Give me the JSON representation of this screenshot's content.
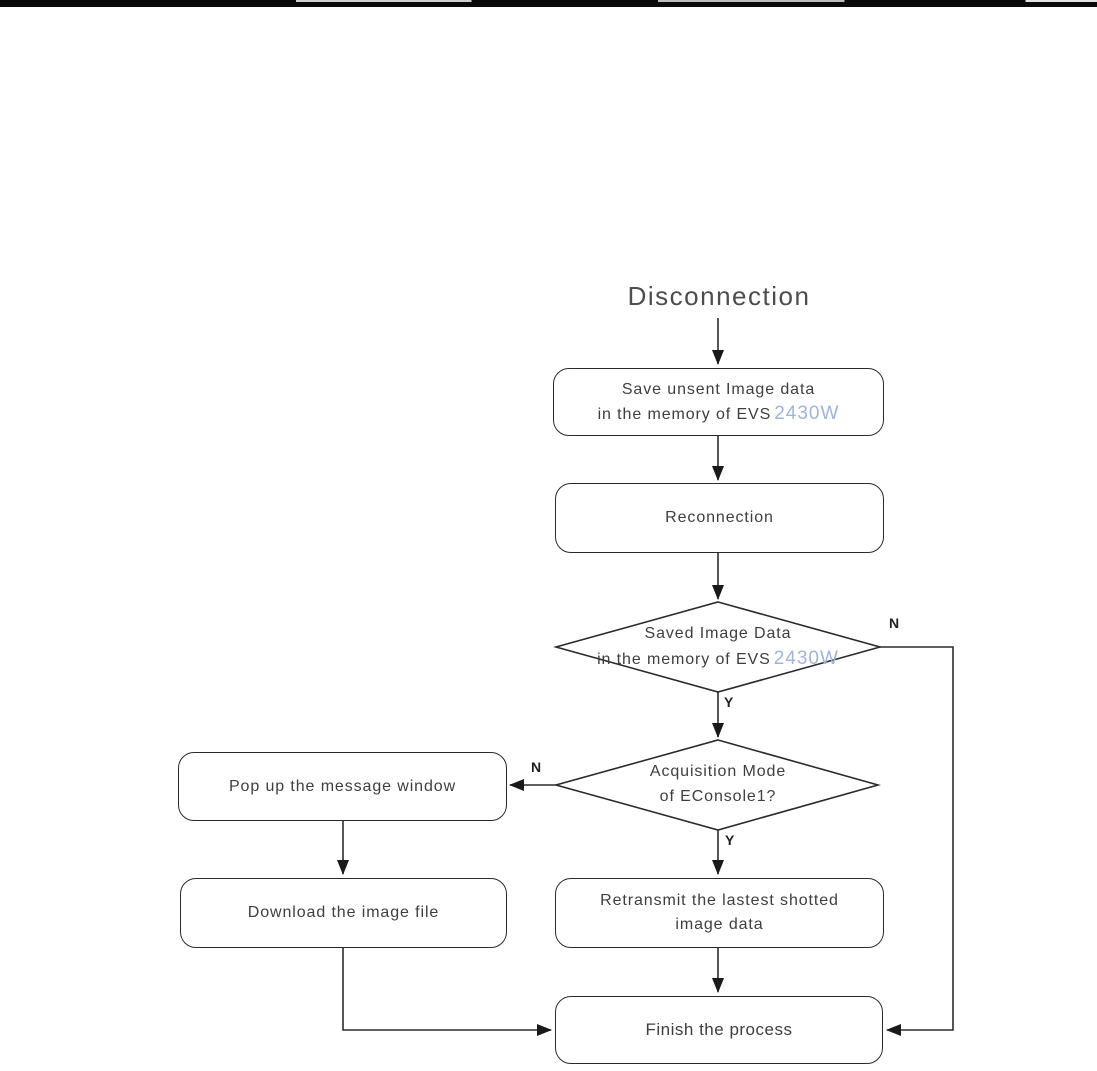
{
  "page": {
    "background": "#ffffff",
    "line_color": "#2b2b2b",
    "text_color": "#3e3e3e",
    "highlight_color": "#9fb5d7"
  },
  "title": "Disconnection",
  "nodes": {
    "save": {
      "line1": "Save unsent Image data",
      "line2_prefix": "in the memory of EVS",
      "line2_highlight": "2430W"
    },
    "reconnection": {
      "label": "Reconnection"
    },
    "saved_check": {
      "line1": "Saved Image Data",
      "line2_prefix": "in the memory of EVS",
      "line2_highlight": "2430W"
    },
    "acquisition_check": {
      "line1": "Acquisition Mode",
      "line2": "of EConsole1?"
    },
    "popup": {
      "label": "Pop up the message window"
    },
    "download": {
      "label": "Download the image file"
    },
    "retransmit": {
      "line1": "Retransmit the lastest shotted",
      "line2": "image data"
    },
    "finish": {
      "label": "Finish the process"
    }
  },
  "labels": {
    "yes": "Y",
    "no": "N"
  }
}
